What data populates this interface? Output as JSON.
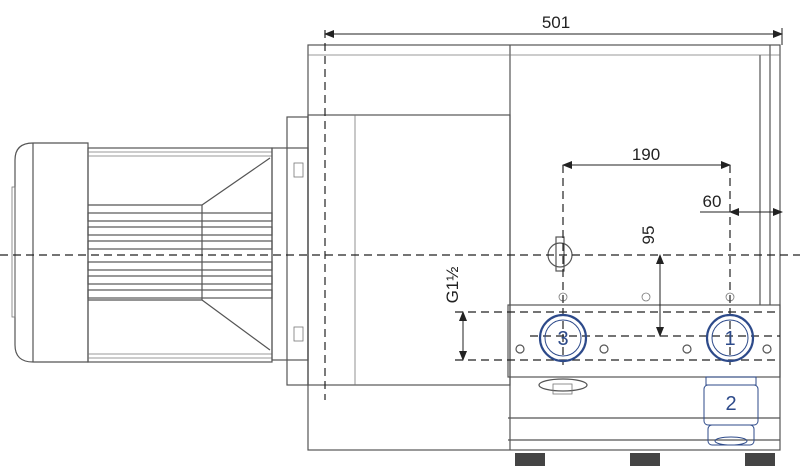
{
  "dimensions": {
    "overall_length": "501",
    "port_spacing": "190",
    "edge_offset": "60",
    "height_offset": "95",
    "thread_size": "G1½"
  },
  "ports": {
    "port_1": "1",
    "port_2": "2",
    "port_3": "3"
  },
  "colors": {
    "port_outline": "#2d4a8a",
    "linework": "#555555"
  }
}
